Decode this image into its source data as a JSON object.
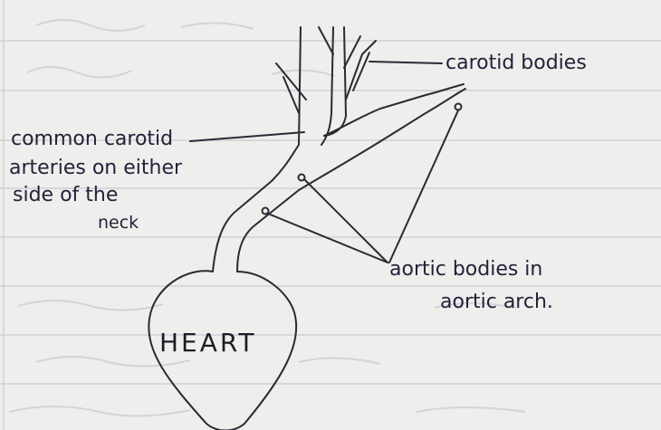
{
  "labels": {
    "carotid_bodies": "carotid bodies",
    "common_carotid_line1": "common carotid",
    "common_carotid_line2": "arteries on either",
    "common_carotid_line3": "side of the",
    "common_carotid_line4": "neck",
    "aortic_line1": "aortic bodies in",
    "aortic_line2": "aortic arch.",
    "heart": "HEART"
  },
  "colors": {
    "paper": "#eeeeec",
    "ink": "#2a2a35",
    "rule_line": "#c9cbd3",
    "bleed_through": "#b9bac2"
  }
}
